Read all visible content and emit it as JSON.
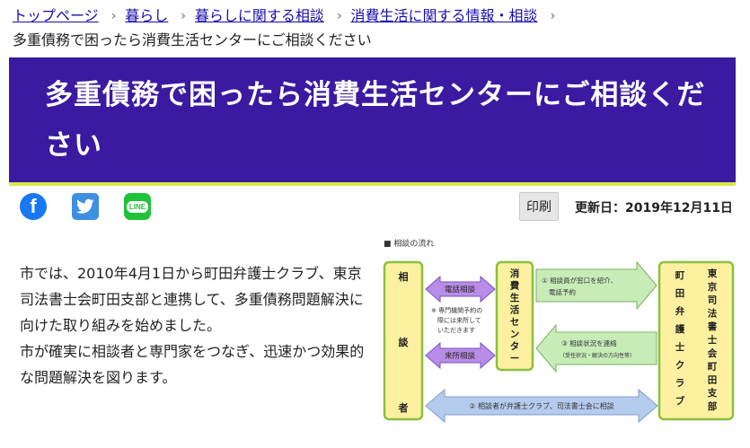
{
  "breadcrumb": {
    "items": [
      "トップページ",
      "暮らし",
      "暮らしに関する相談",
      "消費生活に関する情報・相談"
    ],
    "separator": "›",
    "current": "多重債務で困ったら消費生活センターにご相談ください"
  },
  "title": "多重債務で困ったら消費生活センターにご相談ください",
  "share": {
    "facebook_glyph": "f",
    "line_label": "LINE"
  },
  "print_label": "印刷",
  "updated": "更新日：2019年12月11日",
  "body": {
    "p1": "市では、2010年4月1日から町田弁護士クラブ、東京司法書士会町田支部と連携して、多重債務問題解決に向けた取り組みを始めました。",
    "p2": "市が確実に相談者と専門家をつなぎ、迅速かつ効果的な問題解決を図ります。"
  },
  "diagram": {
    "heading": "■ 相談の流れ",
    "consultant": [
      "相",
      "談",
      "者"
    ],
    "center": [
      "消",
      "費",
      "生",
      "活",
      "セ",
      "ン",
      "タ",
      "ー"
    ],
    "lawyers_col1": [
      "町",
      "田",
      "弁",
      "護",
      "士",
      "ク",
      "ラ",
      "ブ"
    ],
    "lawyers_col2": [
      "東",
      "京",
      "司",
      "法",
      "書",
      "士",
      "会",
      "町",
      "田",
      "支",
      "部"
    ],
    "phone_consult": "電話相談",
    "note": [
      "※ 専門機関予約の",
      "際には来所して",
      "いただきます"
    ],
    "visit_consult": "来所相談",
    "arrow1": [
      "① 相談員が窓口を紹介、",
      "電話予約"
    ],
    "arrow3": [
      "③ 相談状況を連絡",
      "（受任状況・解決の方向性等）"
    ],
    "arrow2": "② 相談者が弁護士クラブ、司法書士会に相談",
    "colors": {
      "box_fill": "#fdf0a0",
      "box_stroke": "#8ac040",
      "purple": "#b98ce8",
      "green": "#c8ecb8",
      "blue": "#b5cbed"
    }
  }
}
